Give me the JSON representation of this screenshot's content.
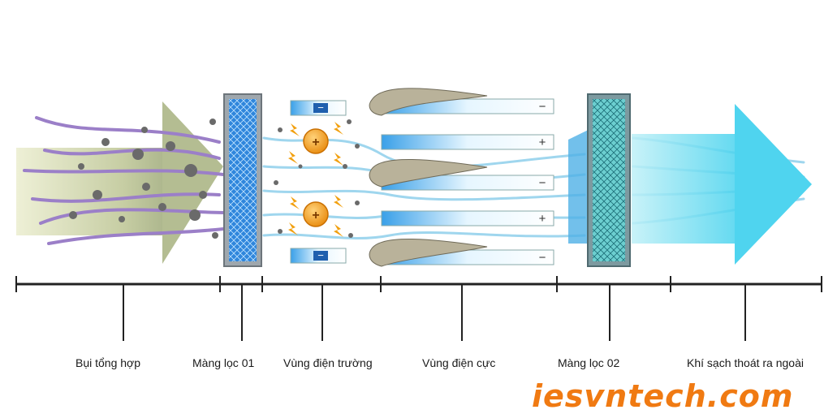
{
  "labels": {
    "mixed_dust": "Bụi tổng hợp",
    "filter_01": "Màng lọc 01",
    "electric_field_zone": "Vùng điện trường",
    "electrode_zone": "Vùng điện cực",
    "filter_02": "Màng lọc 02",
    "clean_air_out": "Khí sạch thoát ra ngoài"
  },
  "watermark": "iesvntech.com",
  "charges": {
    "plus": "+",
    "minus": "−"
  },
  "colors": {
    "dust_arrow": "#c8cfa4",
    "clean_arrow": "#7fe0f2",
    "filter_blue": "#2e86de",
    "filter_teal": "#5cc7c9",
    "ion": "#f39c12",
    "brand": "#f07a12",
    "fiber_purple": "#9b7fc8"
  }
}
